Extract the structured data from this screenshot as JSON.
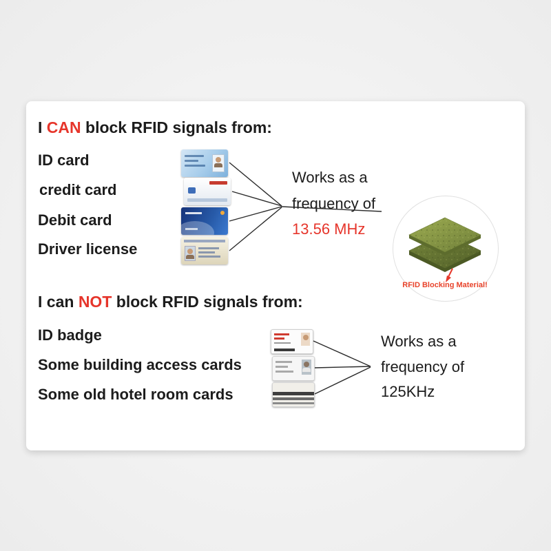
{
  "title": "RFID blocking card infographic",
  "colors": {
    "accent_red": "#e6352b",
    "text": "#1c1c1c",
    "page_bg": "#f0f0f0",
    "card_bg": "#ffffff",
    "pcb_green": "#87973f"
  },
  "can_section": {
    "heading": {
      "pre": "I ",
      "em": "CAN",
      "post": " block RFID signals from:"
    },
    "items": [
      "ID card",
      "credit card",
      "Debit card",
      "Driver license"
    ],
    "icons": [
      "id-card-image",
      "credit-card-image",
      "debit-card-image",
      "driver-license-image"
    ],
    "note1": "Works as a",
    "note2": "frequency of",
    "freq": "13.56 MHz"
  },
  "not_section": {
    "heading": {
      "pre": "I can ",
      "em": "NOT",
      "post": " block RFID signals from:"
    },
    "items": [
      "ID badge",
      "Some building access cards",
      "Some old hotel room cards"
    ],
    "icons": [
      "id-badge-image",
      "access-card-image",
      "hotel-card-image"
    ],
    "note1": "Works as a",
    "note2": "frequency of",
    "freq": "125KHz"
  },
  "material": {
    "label": "RFID Blocking Material!"
  }
}
